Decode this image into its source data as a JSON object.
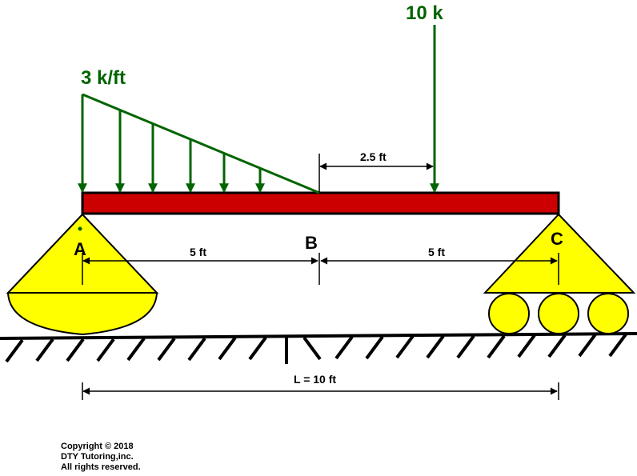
{
  "loads": {
    "distributed": {
      "label": "3 k/ft"
    },
    "point": {
      "label": "10 k"
    }
  },
  "points": {
    "a": "A",
    "b": "B",
    "c": "C"
  },
  "dimensions": {
    "ab": "5 ft",
    "bc": "5 ft",
    "b_to_load": "2.5 ft",
    "total": "L = 10 ft"
  },
  "copyright": {
    "line1": "Copyright © 2018",
    "line2": "DTY Tutoring,inc.",
    "line3": "All rights reserved."
  },
  "colors": {
    "beam": "#cc0000",
    "load": "#006400",
    "support": "#ffff00",
    "ink": "#000000"
  }
}
